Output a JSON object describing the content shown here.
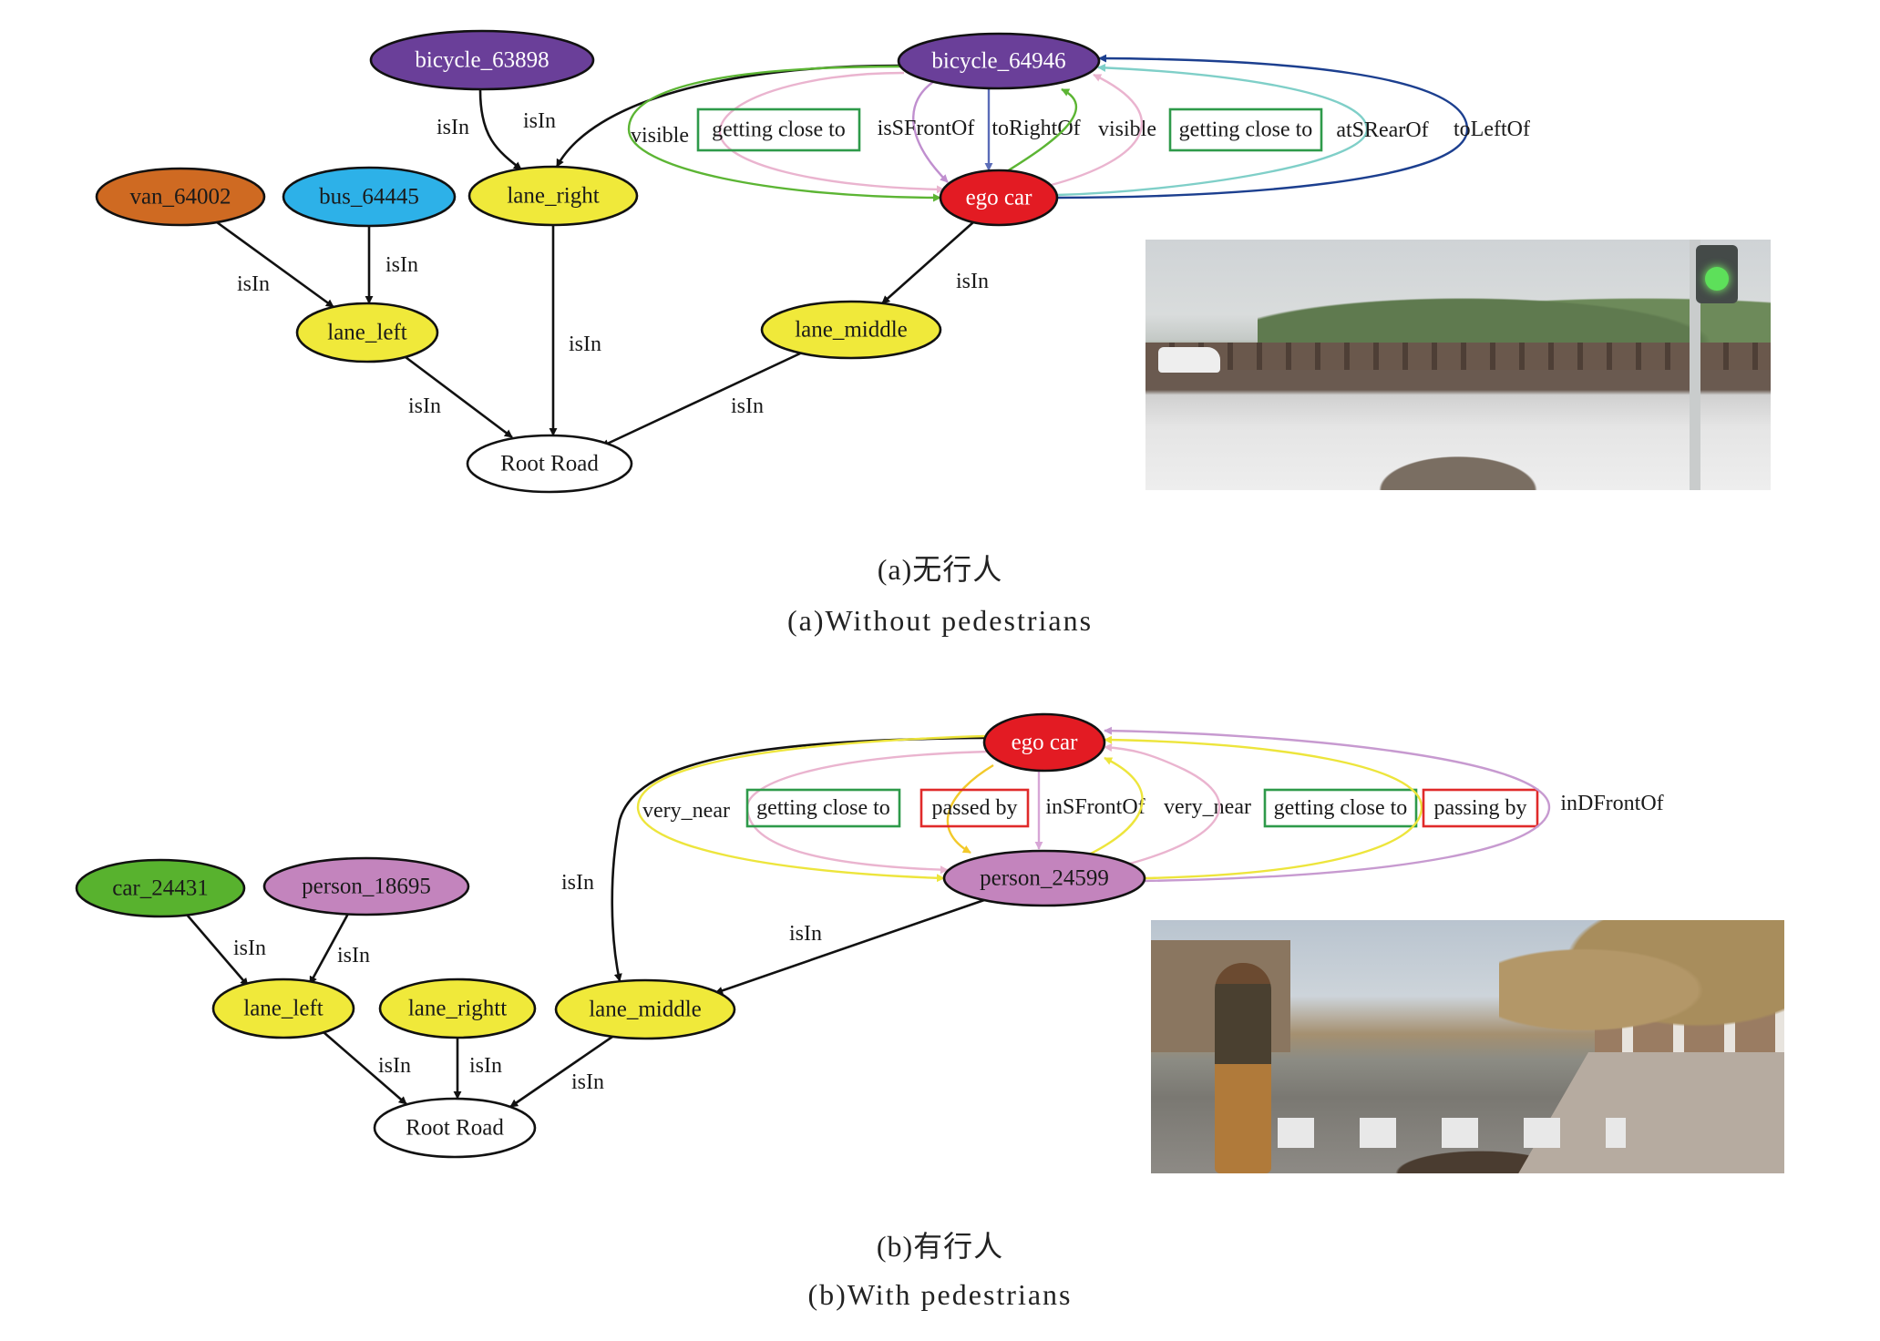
{
  "figure_a": {
    "nodes": [
      {
        "id": "bicycle_63898",
        "label": "bicycle_63898",
        "fill": "#6a3f99",
        "text_color": "#ffffff"
      },
      {
        "id": "bicycle_64946",
        "label": "bicycle_64946",
        "fill": "#6a3f99",
        "text_color": "#ffffff"
      },
      {
        "id": "van_64002",
        "label": "van_64002",
        "fill": "#cf6a22",
        "text_color": "#1a1a1a"
      },
      {
        "id": "bus_64445",
        "label": "bus_64445",
        "fill": "#2db1e8",
        "text_color": "#1a1a1a"
      },
      {
        "id": "lane_right",
        "label": "lane_right",
        "fill": "#f0e93a",
        "text_color": "#1a1a1a"
      },
      {
        "id": "ego_car",
        "label": "ego car",
        "fill": "#e31b23",
        "text_color": "#ffffff"
      },
      {
        "id": "lane_left",
        "label": "lane_left",
        "fill": "#f0e93a",
        "text_color": "#1a1a1a"
      },
      {
        "id": "lane_middle",
        "label": "lane_middle",
        "fill": "#f0e93a",
        "text_color": "#1a1a1a"
      },
      {
        "id": "root_road",
        "label": "Root Road",
        "fill": "#ffffff",
        "text_color": "#1a1a1a"
      }
    ],
    "edges": [
      {
        "from": "bicycle_63898",
        "to": "lane_right",
        "label": "isIn",
        "color": "#111111",
        "boxed": null
      },
      {
        "from": "bicycle_64946",
        "to": "lane_right",
        "label": "isIn",
        "color": "#111111",
        "boxed": null
      },
      {
        "from": "van_64002",
        "to": "lane_left",
        "label": "isIn",
        "color": "#111111",
        "boxed": null
      },
      {
        "from": "bus_64445",
        "to": "lane_left",
        "label": "isIn",
        "color": "#111111",
        "boxed": null
      },
      {
        "from": "lane_right",
        "to": "root_road",
        "label": "isIn",
        "color": "#111111",
        "boxed": null
      },
      {
        "from": "ego_car",
        "to": "lane_middle",
        "label": "isIn",
        "color": "#111111",
        "boxed": null
      },
      {
        "from": "lane_left",
        "to": "root_road",
        "label": "isIn",
        "color": "#111111",
        "boxed": null
      },
      {
        "from": "lane_middle",
        "to": "root_road",
        "label": "isIn",
        "color": "#111111",
        "boxed": null
      },
      {
        "from": "bicycle_64946",
        "to": "ego_car",
        "label": "visible",
        "color": "#5cb534",
        "boxed": null
      },
      {
        "from": "bicycle_64946",
        "to": "ego_car",
        "label": "getting close to",
        "color": "#eab4cf",
        "boxed": "#2e9a4a"
      },
      {
        "from": "bicycle_64946",
        "to": "ego_car",
        "label": "isSFrontOf",
        "color": "#c08fcf",
        "boxed": null
      },
      {
        "from": "bicycle_64946",
        "to": "ego_car",
        "label": "toRightOf",
        "color": "#5b6cb8",
        "boxed": null
      },
      {
        "from": "ego_car",
        "to": "bicycle_64946",
        "label": "visible",
        "color": "#5cb534",
        "boxed": null
      },
      {
        "from": "ego_car",
        "to": "bicycle_64946",
        "label": "getting close to",
        "color": "#eab4cf",
        "boxed": "#2e9a4a"
      },
      {
        "from": "ego_car",
        "to": "bicycle_64946",
        "label": "atSRearOf",
        "color": "#7fcfc8",
        "boxed": null
      },
      {
        "from": "ego_car",
        "to": "bicycle_64946",
        "label": "toLeftOf",
        "color": "#1c3f8f",
        "boxed": null
      }
    ],
    "photo": {
      "description": "driving scene camera view without pedestrians"
    },
    "caption_cn": "(a)无行人",
    "caption_en": "(a)Without pedestrians"
  },
  "figure_b": {
    "nodes": [
      {
        "id": "ego_car",
        "label": "ego car",
        "fill": "#e31b23",
        "text_color": "#ffffff"
      },
      {
        "id": "person_24599",
        "label": "person_24599",
        "fill": "#c384bd",
        "text_color": "#1a1a1a"
      },
      {
        "id": "car_24431",
        "label": "car_24431",
        "fill": "#58b22e",
        "text_color": "#1a1a1a"
      },
      {
        "id": "person_18695",
        "label": "person_18695",
        "fill": "#c384bd",
        "text_color": "#1a1a1a"
      },
      {
        "id": "lane_left",
        "label": "lane_left",
        "fill": "#f0e93a",
        "text_color": "#1a1a1a"
      },
      {
        "id": "lane_rightt",
        "label": "lane_rightt",
        "fill": "#f0e93a",
        "text_color": "#1a1a1a"
      },
      {
        "id": "lane_middle",
        "label": "lane_middle",
        "fill": "#f0e93a",
        "text_color": "#1a1a1a"
      },
      {
        "id": "root_road",
        "label": "Root Road",
        "fill": "#ffffff",
        "text_color": "#1a1a1a"
      }
    ],
    "edges": [
      {
        "from": "ego_car",
        "to": "lane_middle",
        "label": "isIn",
        "color": "#111111",
        "boxed": null
      },
      {
        "from": "person_24599",
        "to": "lane_middle",
        "label": "isIn",
        "color": "#111111",
        "boxed": null
      },
      {
        "from": "car_24431",
        "to": "lane_left",
        "label": "isIn",
        "color": "#111111",
        "boxed": null
      },
      {
        "from": "person_18695",
        "to": "lane_left",
        "label": "isIn",
        "color": "#111111",
        "boxed": null
      },
      {
        "from": "lane_left",
        "to": "root_road",
        "label": "isIn",
        "color": "#111111",
        "boxed": null
      },
      {
        "from": "lane_rightt",
        "to": "root_road",
        "label": "isIn",
        "color": "#111111",
        "boxed": null
      },
      {
        "from": "lane_middle",
        "to": "root_road",
        "label": "isIn",
        "color": "#111111",
        "boxed": null
      },
      {
        "from": "ego_car",
        "to": "person_24599",
        "label": "very_near",
        "color": "#ede53c",
        "boxed": null
      },
      {
        "from": "ego_car",
        "to": "person_24599",
        "label": "getting close to",
        "color": "#eab4cf",
        "boxed": "#2e9a4a"
      },
      {
        "from": "ego_car",
        "to": "person_24599",
        "label": "passed by",
        "color": "#f2c92a",
        "boxed": "#e02a2a"
      },
      {
        "from": "ego_car",
        "to": "person_24599",
        "label": "inSFrontOf",
        "color": "#d7a6d6",
        "boxed": null
      },
      {
        "from": "person_24599",
        "to": "ego_car",
        "label": "very_near",
        "color": "#ede53c",
        "boxed": null
      },
      {
        "from": "person_24599",
        "to": "ego_car",
        "label": "getting close to",
        "color": "#eab4cf",
        "boxed": "#2e9a4a"
      },
      {
        "from": "person_24599",
        "to": "ego_car",
        "label": "passing by",
        "color": "#ede53c",
        "boxed": "#e02a2a"
      },
      {
        "from": "person_24599",
        "to": "ego_car",
        "label": "inDFrontOf",
        "color": "#c79ad0",
        "boxed": null
      }
    ],
    "photo": {
      "description": "driving scene camera view with a pedestrian crossing"
    },
    "caption_cn": "(b)有行人",
    "caption_en": "(b)With pedestrians"
  }
}
